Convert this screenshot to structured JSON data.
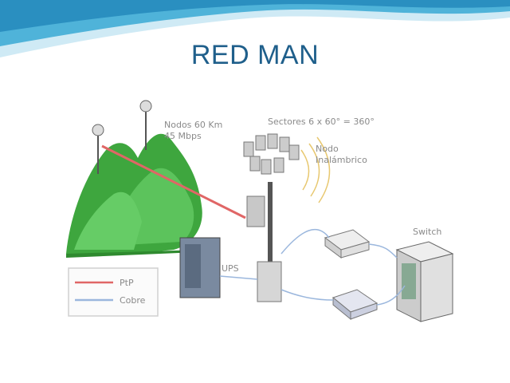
{
  "slide": {
    "title": "RED MAN"
  },
  "diagram": {
    "labels": {
      "nodes": "Nodos 60 Km",
      "speed": "45 Mbps",
      "sectors": "Sectores 6 x 60° = 360°",
      "node_wireless_1": "Nodo",
      "node_wireless_2": "Inalámbrico",
      "switch": "Switch",
      "ups": "UPS"
    },
    "legend": [
      {
        "label": "PtP",
        "color": "#e06666"
      },
      {
        "label": "Cobre",
        "color": "#9bb7dd"
      }
    ],
    "colors": {
      "title": "#1f5f8b",
      "header_wave": "#4fb3d9",
      "hills": "#3ea63e",
      "ptp_link": "#e06666",
      "copper": "#9bb7dd"
    }
  }
}
